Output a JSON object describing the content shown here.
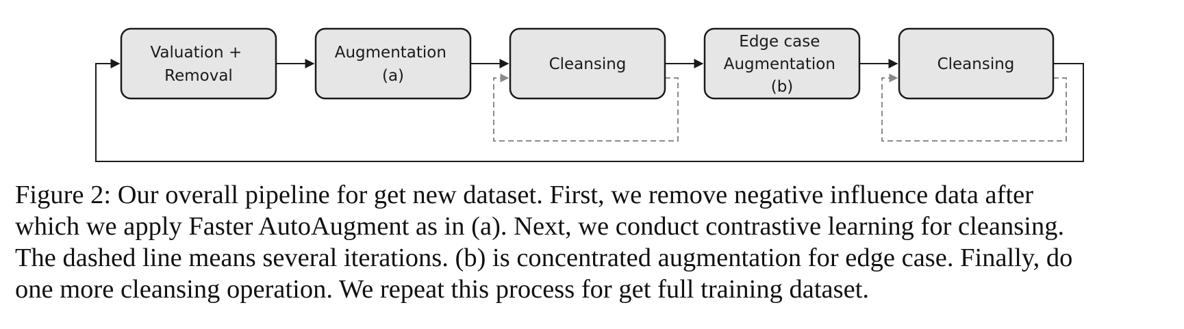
{
  "diagram": {
    "nodes": [
      {
        "id": "valuation",
        "lines": [
          "Valuation +",
          "Removal"
        ]
      },
      {
        "id": "augmentation-a",
        "lines": [
          "Augmentation",
          "(a)"
        ]
      },
      {
        "id": "cleansing-1",
        "lines": [
          "Cleansing"
        ]
      },
      {
        "id": "edge-augmentation-b",
        "lines": [
          "Edge case",
          "Augmentation",
          "(b)"
        ]
      },
      {
        "id": "cleansing-2",
        "lines": [
          "Cleansing"
        ]
      }
    ],
    "edges": [
      {
        "from": "valuation",
        "to": "augmentation-a",
        "style": "solid"
      },
      {
        "from": "augmentation-a",
        "to": "cleansing-1",
        "style": "solid"
      },
      {
        "from": "cleansing-1",
        "to": "edge-augmentation-b",
        "style": "solid"
      },
      {
        "from": "edge-augmentation-b",
        "to": "cleansing-2",
        "style": "solid"
      },
      {
        "from": "cleansing-1",
        "to": "cleansing-1",
        "style": "dashed"
      },
      {
        "from": "cleansing-2",
        "to": "cleansing-2",
        "style": "dashed"
      },
      {
        "from": "cleansing-2",
        "to": "valuation",
        "style": "solid"
      }
    ],
    "colors": {
      "box_fill": "#e6e6e6",
      "box_stroke": "#1a1a1a",
      "dashed_stroke": "#8a8a8a"
    }
  },
  "caption": {
    "lines": [
      "Figure 2: Our overall pipeline for get new dataset. First, we remove negative influence data after",
      "which we apply Faster AutoAugment as in (a). Next, we conduct contrastive learning for cleansing.",
      "The dashed line means several iterations. (b) is concentrated augmentation for edge case. Finally, do",
      "one more cleansing operation. We repeat this process for get full training dataset."
    ]
  }
}
